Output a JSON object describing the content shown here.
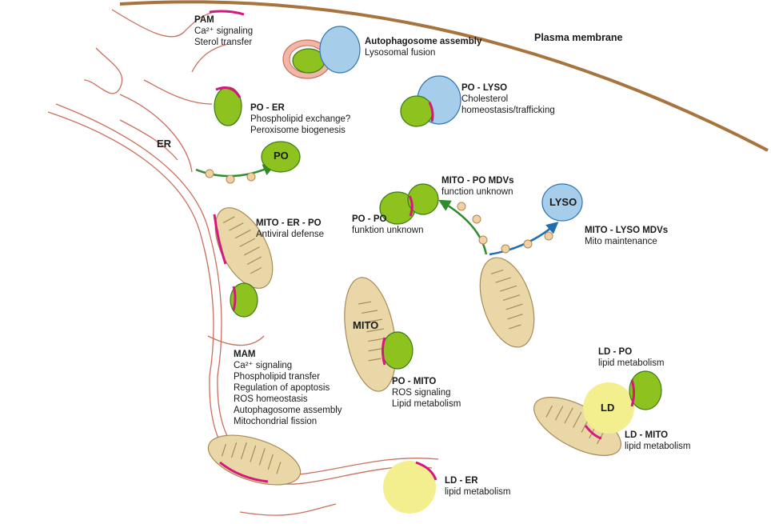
{
  "plasma_membrane": {
    "label": "Plasma membrane",
    "color": "#a8743e"
  },
  "colors": {
    "er": "#f2b6a6",
    "er_stroke": "#c96f5d",
    "peroxisome": "#8dc21f",
    "peroxisome_stroke": "#3d7a1a",
    "lysosome": "#a6cdea",
    "lysosome_stroke": "#2f75b5",
    "mitochondrion": "#ead7a8",
    "mitochondrion_stroke": "#a88a55",
    "lipid_droplet": "#f3ef8e",
    "contact_site": "#d6177d",
    "vesicle": "#f2cfa5",
    "green_arrow": "#2e8b2e",
    "blue_arrow": "#1f6fb0"
  },
  "organelle_labels": {
    "er": "ER",
    "po": "PO",
    "lyso": "LYSO",
    "mito": "MITO",
    "ld_center": "LD",
    "ld_er": ""
  },
  "contacts": {
    "pam": {
      "title": "PAM",
      "lines": [
        "Ca²⁺ signaling",
        "Sterol transfer"
      ]
    },
    "autophagosome": {
      "title": "Autophagosome assembly",
      "lines": [
        "Lysosomal fusion"
      ]
    },
    "po_lyso": {
      "title": "PO - LYSO",
      "lines": [
        "Cholesterol",
        "homeostasis/trafficking"
      ]
    },
    "po_er": {
      "title": "PO - ER",
      "lines": [
        "Phospholipid exchange?",
        "Peroxisome biogenesis"
      ]
    },
    "mito_po_mdv": {
      "title": "MITO - PO MDVs",
      "lines": [
        "function unknown"
      ]
    },
    "po_po": {
      "title": "PO - PO",
      "lines": [
        "funktion unknown"
      ]
    },
    "mito_lyso_mdv": {
      "title": "MITO - LYSO MDVs",
      "lines": [
        "Mito maintenance"
      ]
    },
    "mito_er_po": {
      "title": "MITO - ER - PO",
      "lines": [
        "Antiviral defense"
      ]
    },
    "mam": {
      "title": "MAM",
      "lines": [
        "Ca²⁺ signaling",
        "Phospholipid transfer",
        "Regulation of apoptosis",
        "ROS homeostasis",
        "Autophagosome assembly",
        "Mitochondrial fission"
      ]
    },
    "po_mito": {
      "title": "PO - MITO",
      "lines": [
        "ROS signaling",
        "Lipid metabolism"
      ]
    },
    "ld_po": {
      "title": "LD - PO",
      "lines": [
        "lipid metabolism"
      ]
    },
    "ld_mito": {
      "title": "LD - MITO",
      "lines": [
        "lipid metabolism"
      ]
    },
    "ld_er": {
      "title": "LD - ER",
      "lines": [
        "lipid metabolism"
      ]
    }
  }
}
